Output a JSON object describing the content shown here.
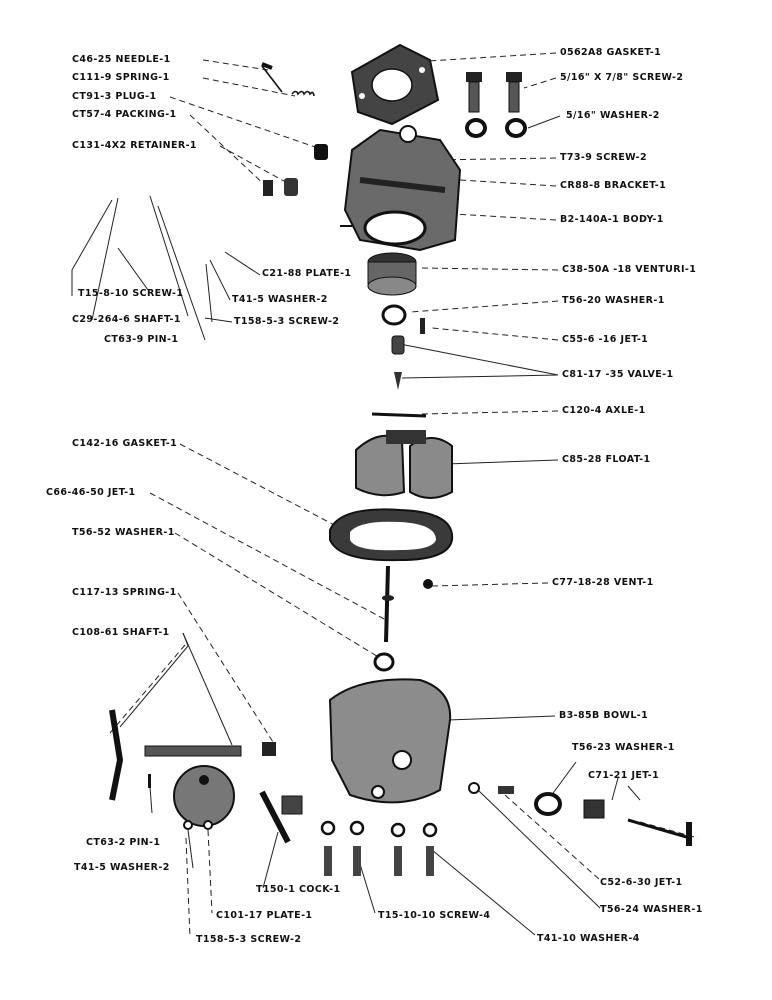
{
  "labels": {
    "needle": "C46-25 NEEDLE-1",
    "spring_c111": "C111-9 SPRING-1",
    "plug": "CT91-3 PLUG-1",
    "packing": "CT57-4 PACKING-1",
    "retainer": "C131-4X2 RETAINER-1",
    "gasket_top": "0562A8 GASKET-1",
    "screw_516": "5/16\" X 7/8\" SCREW-2",
    "washer_516": "5/16\" WASHER-2",
    "screw_t73": "T73-9 SCREW-2",
    "bracket": "CR88-8 BRACKET-1",
    "body": "B2-140A-1 BODY-1",
    "venturi": "C38-50A -18 VENTURI-1",
    "washer_t56_20": "T56-20 WASHER-1",
    "jet_c55": "C55-6 -16 JET-1",
    "valve": "C81-17 -35 VALVE-1",
    "axle": "C120-4 AXLE-1",
    "float": "C85-28 FLOAT-1",
    "vent": "C77-18-28 VENT-1",
    "bowl": "B3-85B BOWL-1",
    "washer_t56_23": "T56-23 WASHER-1",
    "jet_c71": "C71-21 JET-1",
    "jet_c52": "C52-6-30 JET-1",
    "washer_t56_24": "T56-24 WASHER-1",
    "washer_t41_10": "T41-10 WASHER-4",
    "screw_t15_10_10": "T15-10-10 SCREW-4",
    "plate_c101": "C101-17 PLATE-1",
    "screw_t158_bottom": "T158-5-3 SCREW-2",
    "cock": "T150-1 COCK-1",
    "washer_t41_5_bottom": "T41-5 WASHER-2",
    "pin_c63_2": "CT63-2 PIN-1",
    "shaft_c108": "C108-61 SHAFT-1",
    "spring_c117": "C117-13 SPRING-1",
    "washer_t56_52": "T56-52 WASHER-1",
    "jet_c66": "C66-46-50 JET-1",
    "gasket_c142": "C142-16 GASKET-1",
    "screw_t15_8": "T15-8-10 SCREW-1",
    "shaft_c29": "C29-264-6 SHAFT-1",
    "pin_ct63_9": "CT63-9 PIN-1",
    "plate_c21": "C21-88 PLATE-1",
    "washer_t41_5_top": "T41-5 WASHER-2",
    "screw_t158_top": "T158-5-3 SCREW-2"
  }
}
